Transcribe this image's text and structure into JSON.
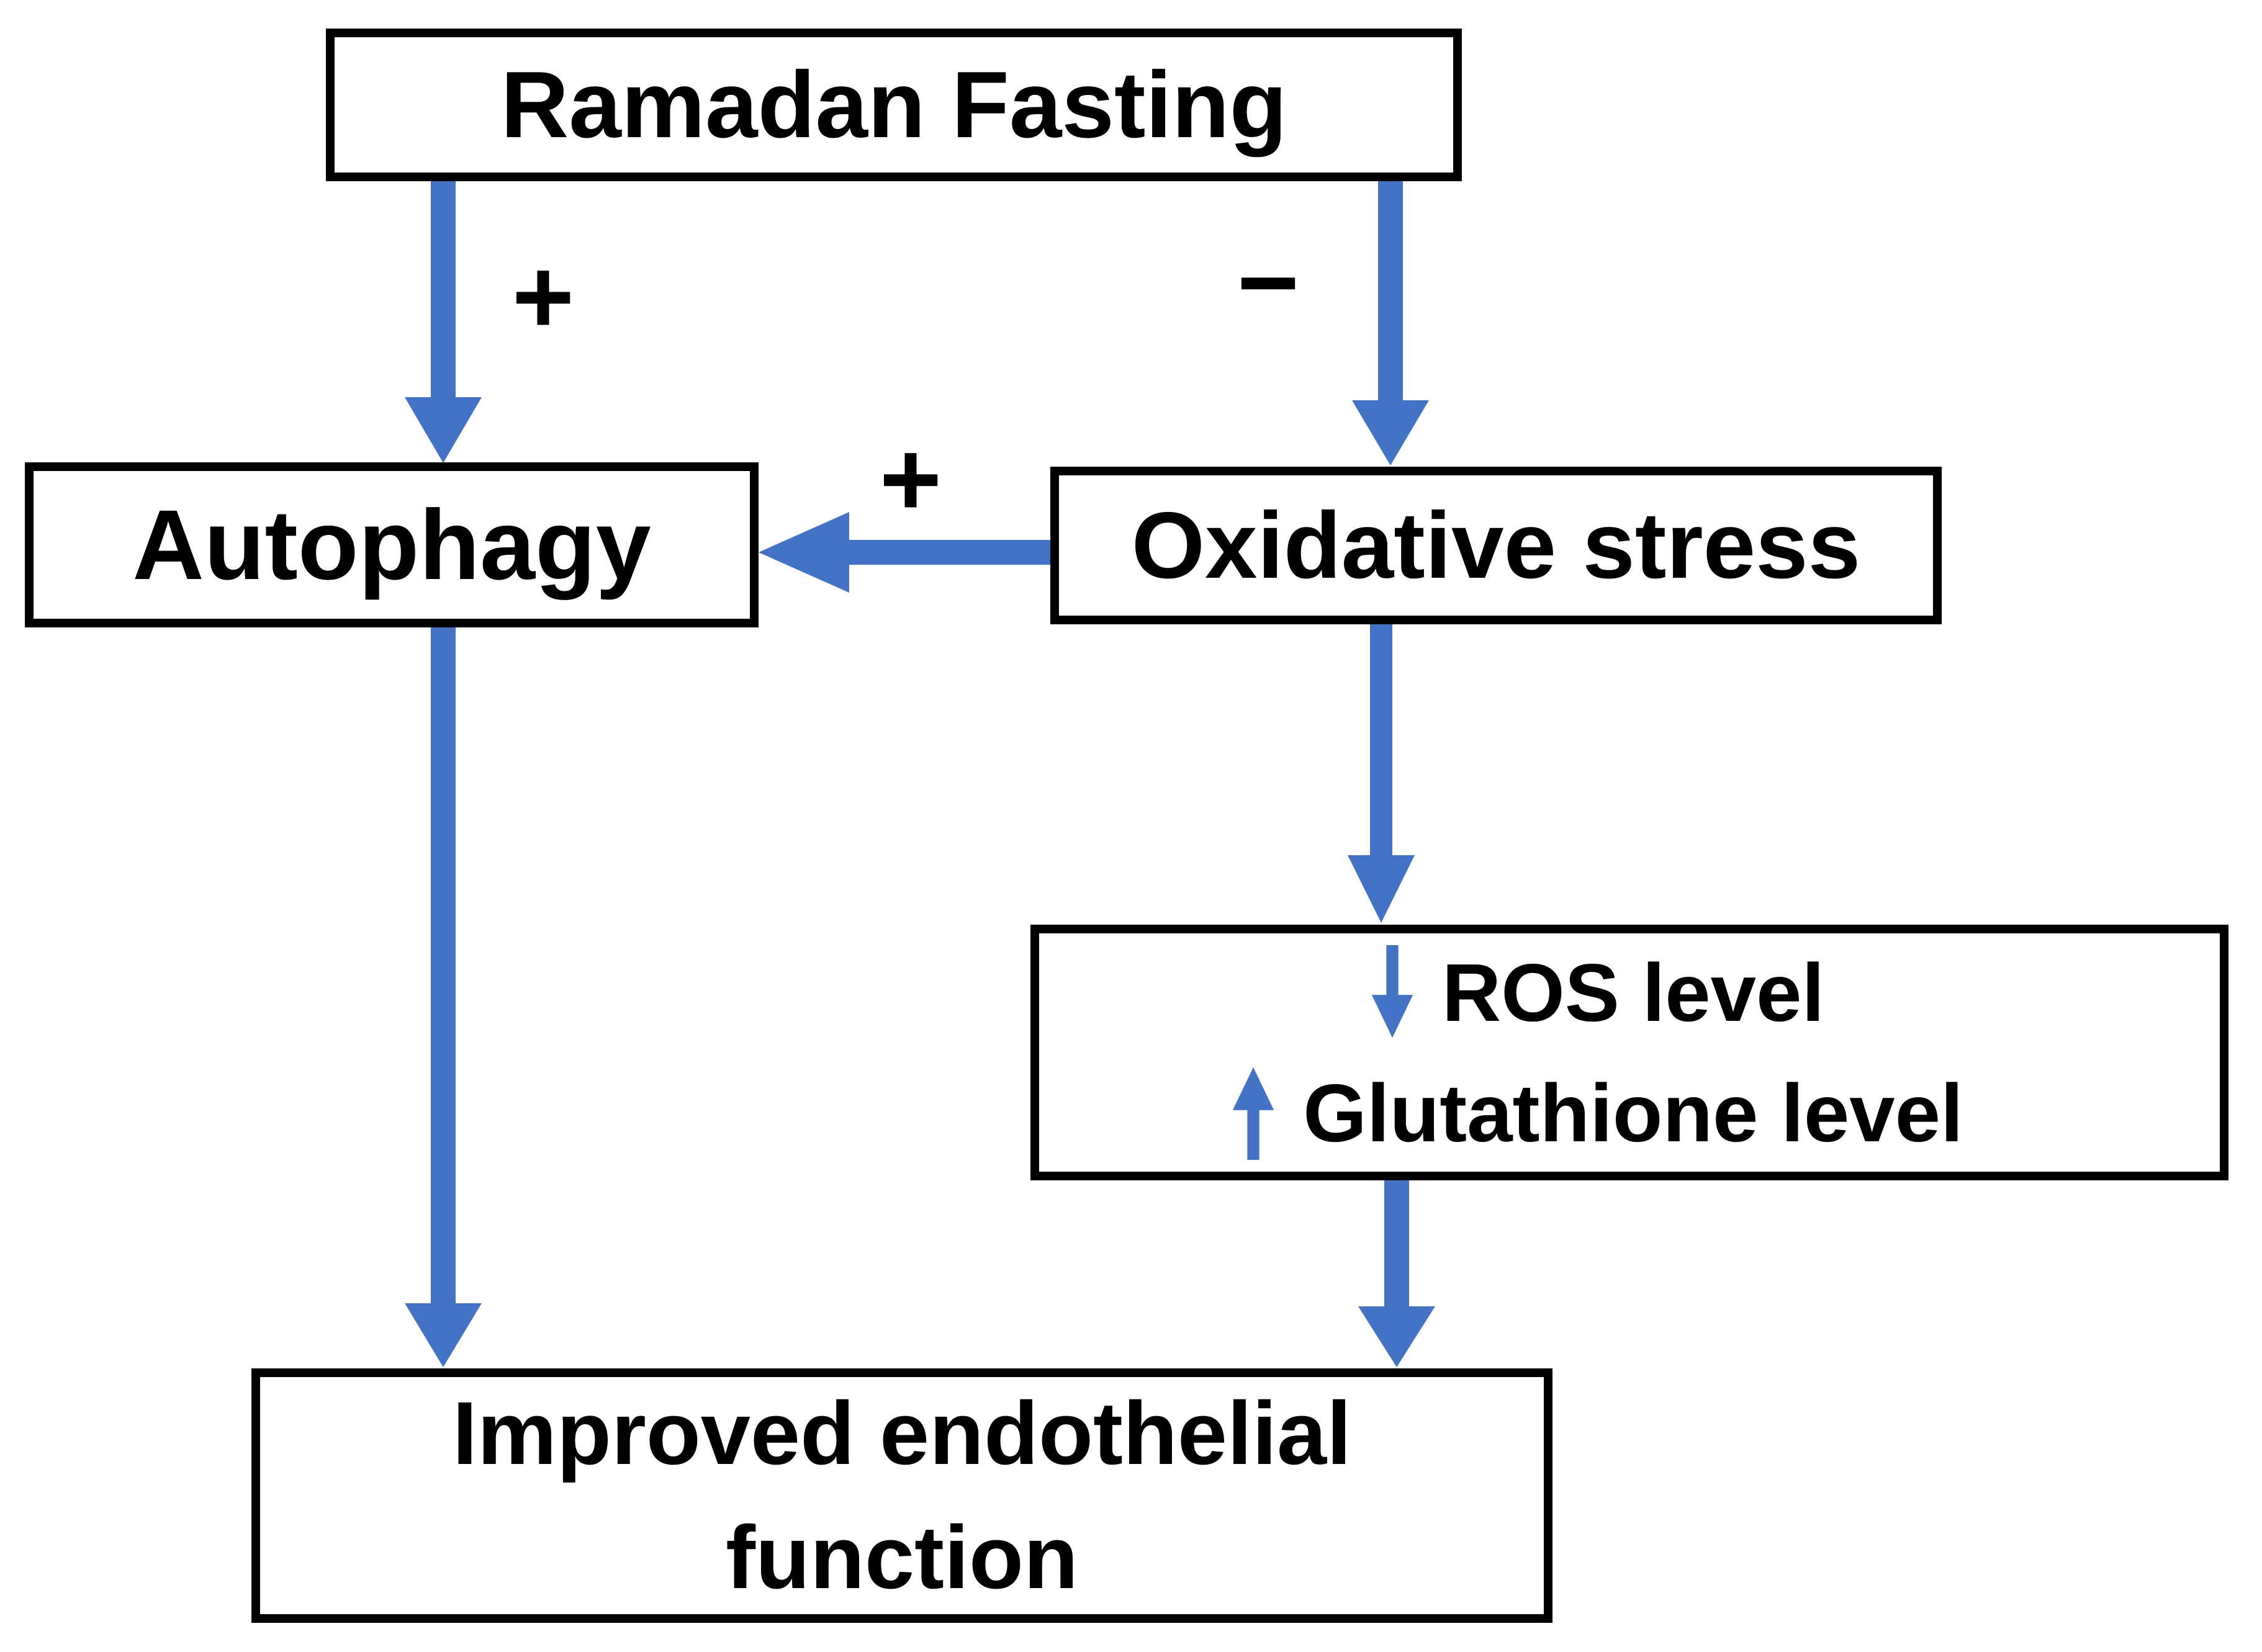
{
  "colors": {
    "accent": "#4472C4",
    "ink": "#000000",
    "background": "#FFFFFF"
  },
  "diagram": {
    "nodes": {
      "ramadan": {
        "label": "Ramadan Fasting"
      },
      "autophagy": {
        "label": "Autophagy"
      },
      "oxidative": {
        "label": "Oxidative stress"
      },
      "ros_glutathione": {
        "lines": [
          {
            "icon": "down-arrow",
            "text": "ROS level"
          },
          {
            "icon": "up-arrow",
            "text": "Glutathione level"
          }
        ]
      },
      "improved": {
        "line1": "Improved endothelial",
        "line2": "function"
      }
    },
    "edges": [
      {
        "from": "Ramadan Fasting",
        "to": "Autophagy",
        "sign": "+"
      },
      {
        "from": "Ramadan Fasting",
        "to": "Oxidative stress",
        "sign": "−"
      },
      {
        "from": "Oxidative stress",
        "to": "Autophagy",
        "sign": "+"
      },
      {
        "from": "Oxidative stress",
        "to": "ROS / Glutathione levels",
        "sign": ""
      },
      {
        "from": "Autophagy",
        "to": "Improved endothelial function",
        "sign": ""
      },
      {
        "from": "ROS / Glutathione levels",
        "to": "Improved endothelial function",
        "sign": ""
      }
    ]
  }
}
